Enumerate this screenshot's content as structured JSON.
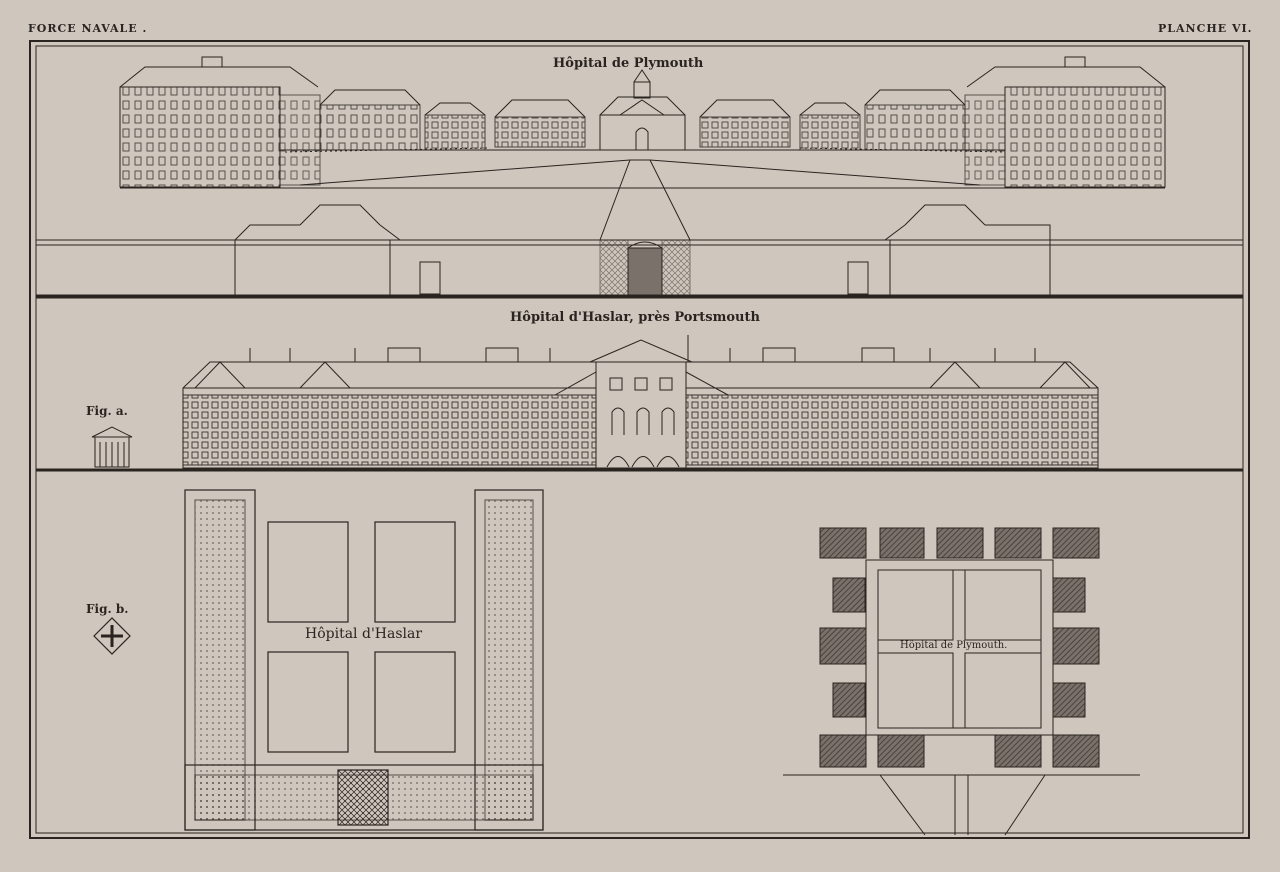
{
  "header": {
    "left": "FORCE NAVALE .",
    "right": "PLANCHE VI."
  },
  "captions": {
    "plymouth_elevation": "Hôpital de Plymouth",
    "haslar_elevation": "Hôpital d'Haslar, près Portsmouth",
    "haslar_plan": "Hôpital d'Haslar",
    "plymouth_plan": "Hôpital de Plymouth."
  },
  "figures": {
    "fig_a": "Fig. a.",
    "fig_b": "Fig. b."
  },
  "colors": {
    "paper": "#cfc6bd",
    "ink": "#2a2420",
    "hatch": "#5a524c"
  }
}
